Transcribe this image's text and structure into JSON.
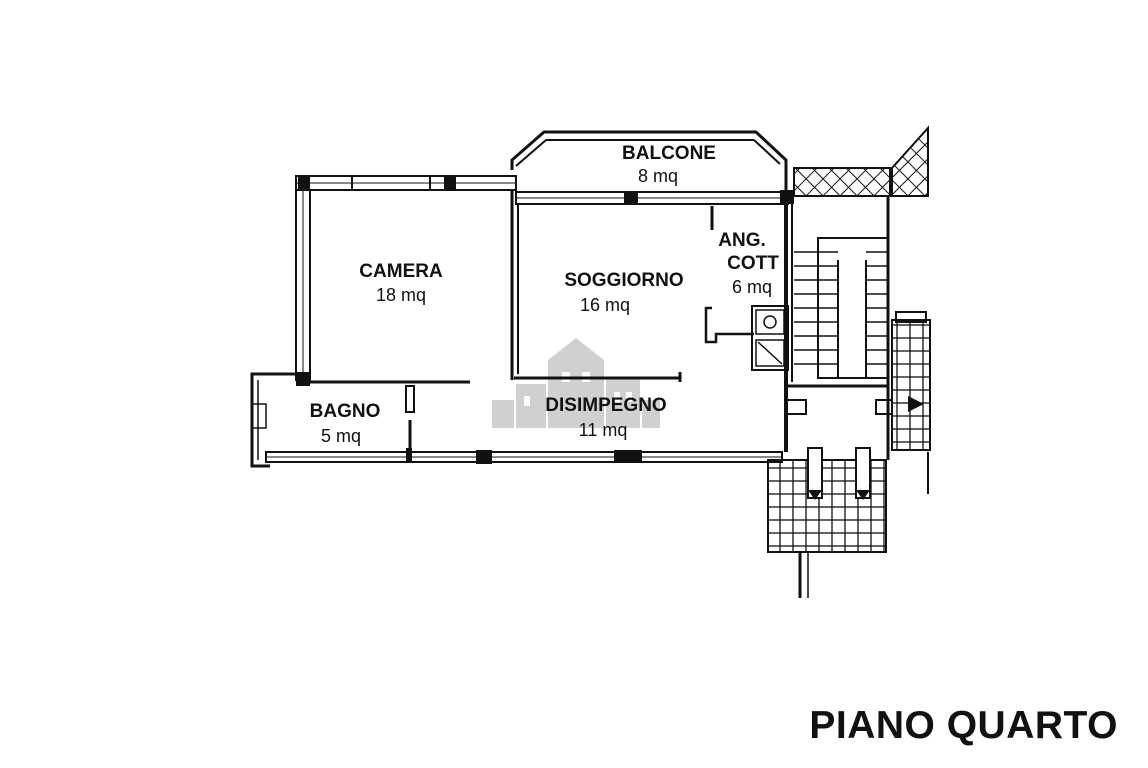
{
  "floor_title": "PIANO QUARTO",
  "rooms": {
    "balcone": {
      "name": "BALCONE",
      "area": "8 mq"
    },
    "camera": {
      "name": "CAMERA",
      "area": "18 mq"
    },
    "soggiorno": {
      "name": "SOGGIORNO",
      "area": "16 mq"
    },
    "angolo_cottura": {
      "name_line1": "ANG.",
      "name_line2": "COTT",
      "area": "6 mq"
    },
    "bagno": {
      "name": "BAGNO",
      "area": "5 mq"
    },
    "disimpegno": {
      "name": "DISIMPEGNO",
      "area": "11 mq"
    }
  },
  "colors": {
    "ink": "#111111",
    "watermark": "#c8c8c8",
    "background": "#ffffff"
  }
}
